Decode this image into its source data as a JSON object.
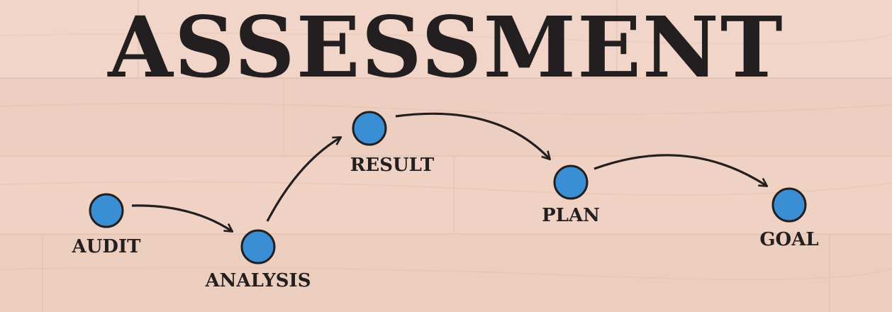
{
  "title": "ASSESSMENT",
  "colors": {
    "node_fill": "#3a8fd4",
    "node_stroke": "#231f20",
    "text": "#231f20",
    "wood": "#efd3c5"
  },
  "steps": [
    {
      "label": "AUDIT"
    },
    {
      "label": "ANALYSIS"
    },
    {
      "label": "RESULT"
    },
    {
      "label": "PLAN"
    },
    {
      "label": "GOAL"
    }
  ]
}
